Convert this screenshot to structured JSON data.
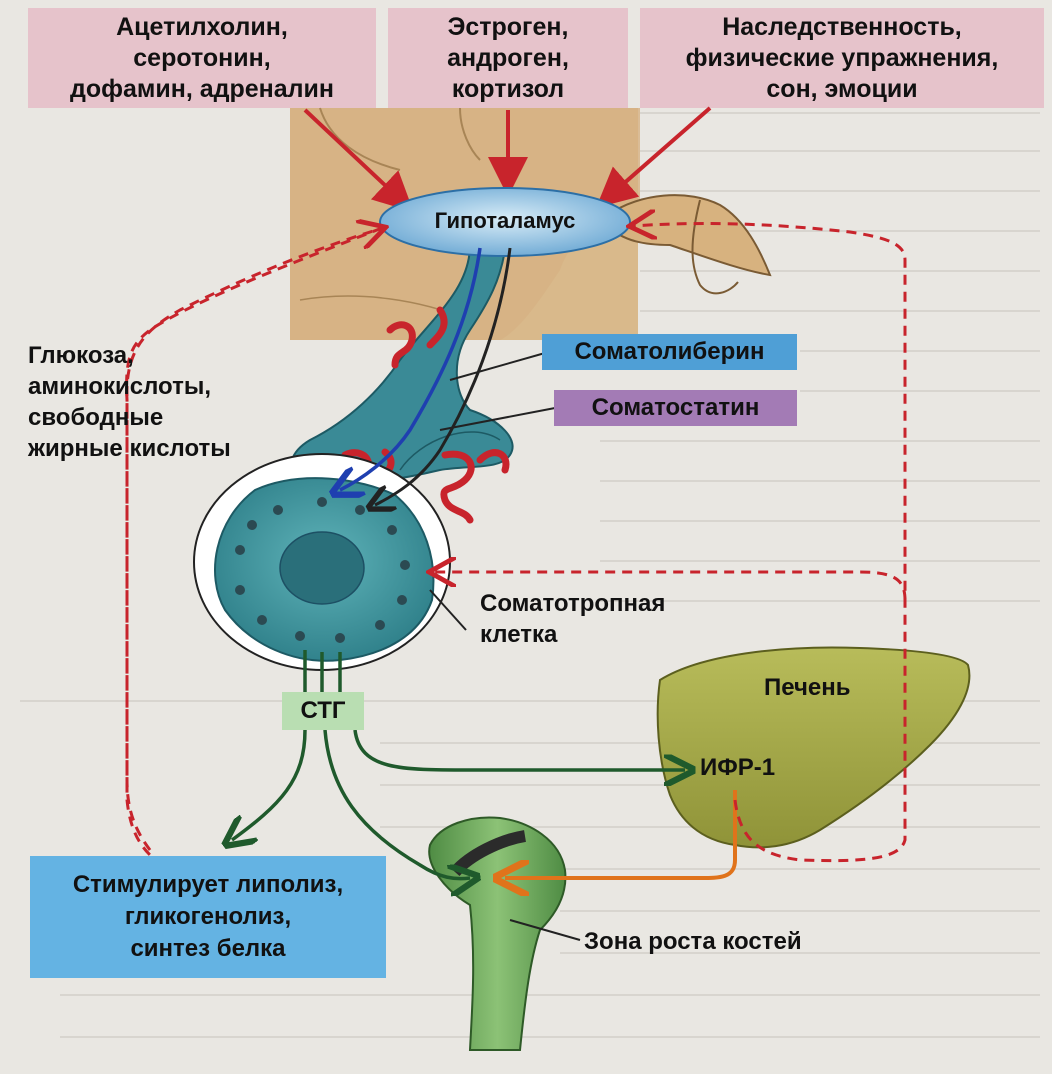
{
  "top_boxes": {
    "neurotransmitters": "Ацетилхолин,\nсеротонин,\nдофамин, адреналин",
    "hormones": "Эстроген,\nандроген,\nкортизол",
    "factors": "Наследственность,\nфизические упражнения,\nсон, эмоции"
  },
  "nodes": {
    "hypothalamus": "Гипоталамус",
    "somatoliberin": "Соматолиберин",
    "somatostatin": "Соматостатин",
    "nutrients": "Глюкоза,\nаминокислоты,\nсвободные\nжирные кислоты",
    "somatotropic_cell": "Соматотропная\nклетка",
    "stg": "СТГ",
    "liver": "Печень",
    "igf1": "ИФР-1",
    "effects": "Стимулирует липолиз,\nгликогенолиз,\nсинтез белка",
    "growth_zone": "Зона роста костей"
  },
  "colors": {
    "top_box": "#e6c3cb",
    "hypothalamus": "#a9cfe6",
    "somatoliberin": "#4f9fd6",
    "somatostatin": "#a37bb5",
    "stg": "#b9deb2",
    "effects": "#64b3e3",
    "liver": "#a9ad4e",
    "red_arrow": "#c8242c",
    "green_arrow": "#1f5a2c",
    "blue_arrow": "#1f3fb0",
    "orange_arrow": "#e0731b",
    "feedback_dashed": "#c8242c"
  }
}
